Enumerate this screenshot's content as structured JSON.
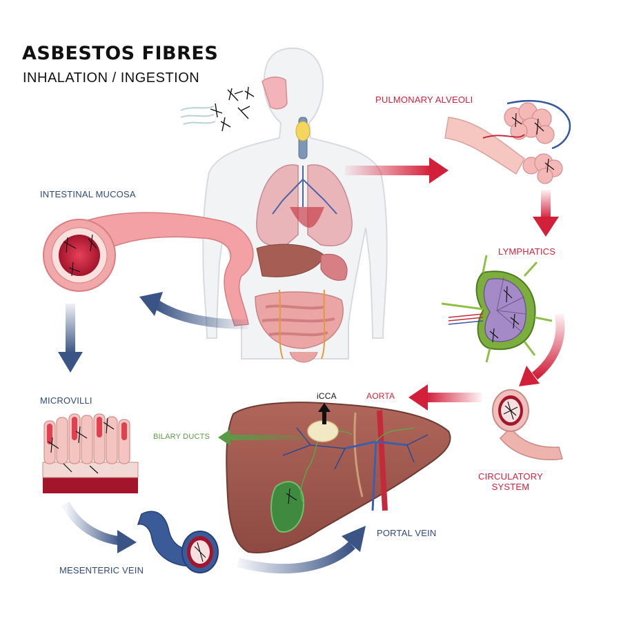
{
  "title": "ASBESTOS FIBRES",
  "subtitle": "INHALATION / INGESTION",
  "labels": {
    "pulmonary_alveoli": "PULMONARY ALVEOLI",
    "lymphatics": "LYMPHATICS",
    "intestinal_mucosa": "INTESTINAL MUCOSA",
    "microvilli": "MICROVILLI",
    "mesenteric_vein": "MESENTERIC VEIN",
    "portal_vein": "PORTAL VEIN",
    "circulatory_system_line1": "CIRCULATORY",
    "circulatory_system_line2": "SYSTEM",
    "aorta": "AORTA",
    "icca": "iCCA",
    "bilary_ducts": "BILARY DUCTS"
  },
  "colors": {
    "red_label": "#d2203a",
    "blue_label": "#2d4a7a",
    "green_label": "#5b9a45",
    "red_arrow": "#d2203a",
    "blue_arrow": "#3a5485"
  }
}
